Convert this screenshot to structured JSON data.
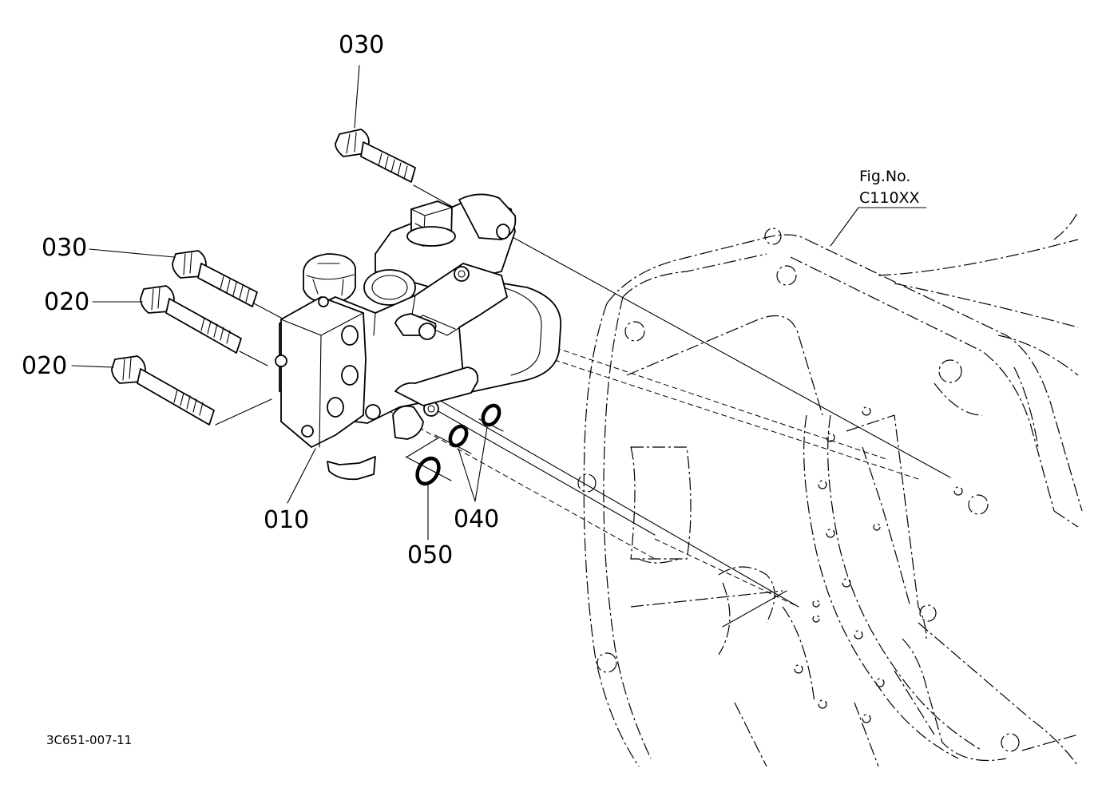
{
  "diagram": {
    "callouts": [
      {
        "id": "bolt-top",
        "label": "030"
      },
      {
        "id": "bolt-upper-left",
        "label": "030"
      },
      {
        "id": "bolt-middle-left",
        "label": "020"
      },
      {
        "id": "bolt-lower-left",
        "label": "020"
      },
      {
        "id": "valve-body",
        "label": "010"
      },
      {
        "id": "o-rings-small",
        "label": "040"
      },
      {
        "id": "o-ring-large",
        "label": "050"
      }
    ],
    "figure_reference": {
      "line1": "Fig.No.",
      "line2": "C110XX"
    },
    "drawing_code": "3C651-007-11"
  }
}
